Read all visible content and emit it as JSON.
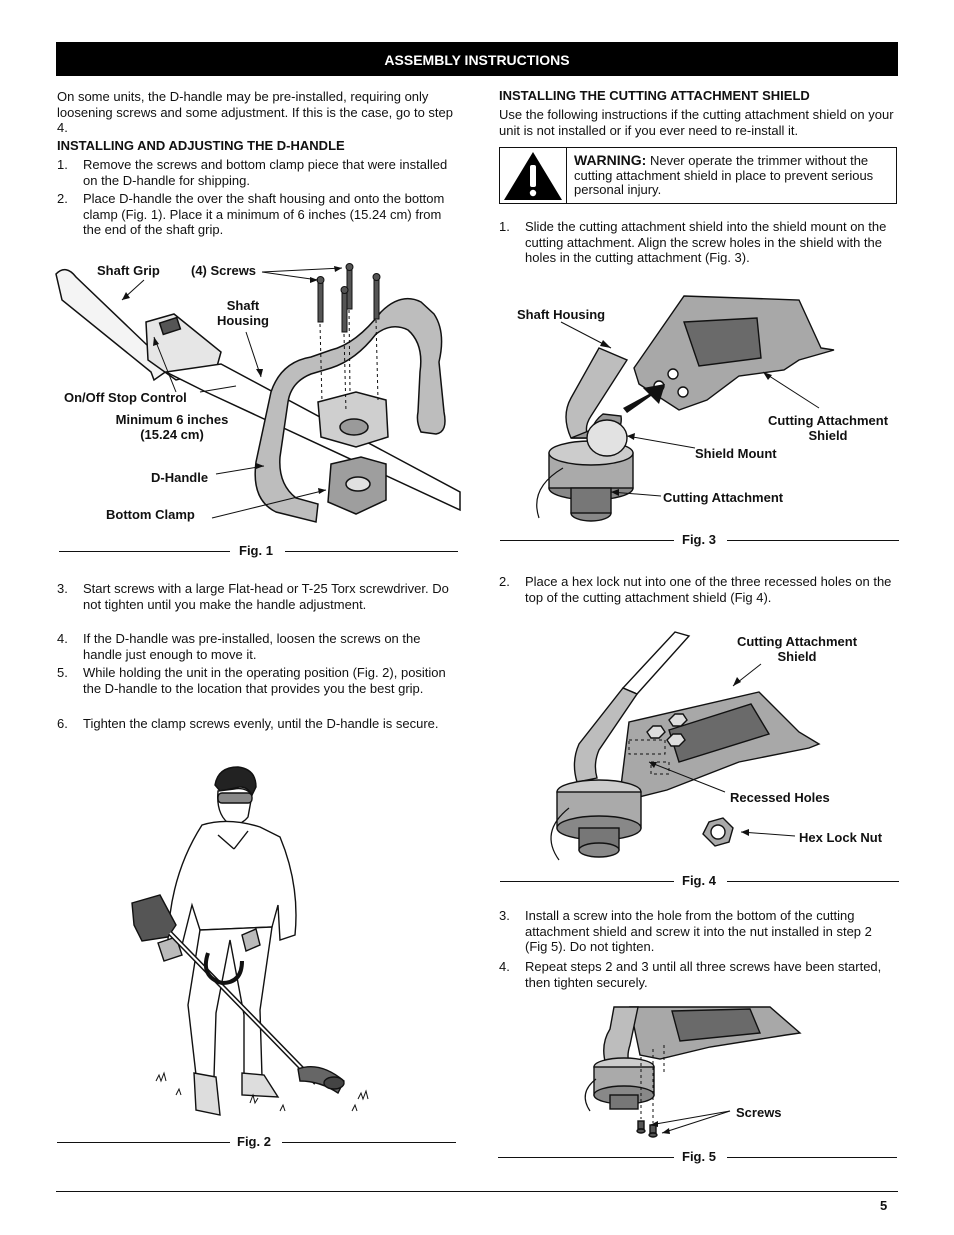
{
  "header": {
    "title": "ASSEMBLY INSTRUCTIONS"
  },
  "left": {
    "intro": "On some units, the D-handle may be pre-installed, requiring only loosening screws and some adjustment. If this is the case, go to step 4.",
    "heading": "INSTALLING AND ADJUSTING THE D-HANDLE",
    "steps_a": [
      {
        "num": "1.",
        "text": "Remove the screws and bottom clamp piece that were installed on the D-handle for shipping."
      },
      {
        "num": "2.",
        "text": "Place D-handle the over the shaft housing and onto the bottom clamp (Fig. 1). Place it a minimum of 6 inches (15.24 cm) from the end of the shaft grip."
      }
    ],
    "steps_b": [
      {
        "num": "3.",
        "text": "Start screws with a large Flat-head or T-25 Torx screwdriver. Do not tighten until you make the handle adjustment."
      },
      {
        "num": "4.",
        "text": "If the D-handle was pre-installed, loosen the screws on the handle just enough to move it."
      },
      {
        "num": "5.",
        "text": "While holding the unit in the operating position (Fig. 2), position the D-handle to the location that provides you the best grip."
      },
      {
        "num": "6.",
        "text": "Tighten the clamp screws evenly, until the D-handle is secure."
      }
    ]
  },
  "fig1": {
    "caption": "Fig. 1",
    "labels": {
      "shaft_grip": "Shaft Grip",
      "screws": "(4) Screws",
      "shaft_housing_1": "Shaft",
      "shaft_housing_2": "Housing",
      "on_off": "On/Off Stop Control",
      "minimum_1": "Minimum 6 inches",
      "minimum_2": "(15.24 cm)",
      "d_handle": "D-Handle",
      "bottom_clamp": "Bottom Clamp"
    }
  },
  "fig2": {
    "caption": "Fig. 2"
  },
  "right": {
    "heading": "INSTALLING THE CUTTING ATTACHMENT SHIELD",
    "intro": "Use the following instructions if the cutting attachment shield on your unit is not installed or if you ever need to re-install it.",
    "warning": {
      "label": "WARNING:",
      "text": "Never operate the trimmer without the cutting attachment shield in place to prevent serious personal injury."
    },
    "step1": {
      "num": "1.",
      "text": "Slide the cutting attachment shield into the shield mount on the cutting attachment. Align the screw holes in the shield with the holes in the cutting attachment (Fig. 3)."
    },
    "step2": {
      "num": "2.",
      "text": "Place a hex lock nut into one of the three  recessed holes on the top of the cutting attachment shield (Fig 4)."
    },
    "step3": {
      "num": "3.",
      "text": "Install a screw into the hole from the bottom of the cutting attachment shield and screw it into the nut installed in step 2 (Fig 5). Do not tighten."
    },
    "step4": {
      "num": "4.",
      "text": "Repeat steps 2 and 3 until all three screws have been started, then tighten securely."
    }
  },
  "fig3": {
    "caption": "Fig. 3",
    "labels": {
      "shaft_housing": "Shaft Housing",
      "cas_1": "Cutting Attachment",
      "cas_2": "Shield",
      "shield_mount": "Shield Mount",
      "cutting_attachment": "Cutting Attachment"
    }
  },
  "fig4": {
    "caption": "Fig. 4",
    "labels": {
      "cas_1": "Cutting Attachment",
      "cas_2": "Shield",
      "recessed_holes": "Recessed Holes",
      "hex_lock_nut": "Hex Lock Nut"
    }
  },
  "fig5": {
    "caption": "Fig. 5",
    "labels": {
      "screws": "Screws"
    }
  },
  "footer": {
    "page_number": "5"
  }
}
